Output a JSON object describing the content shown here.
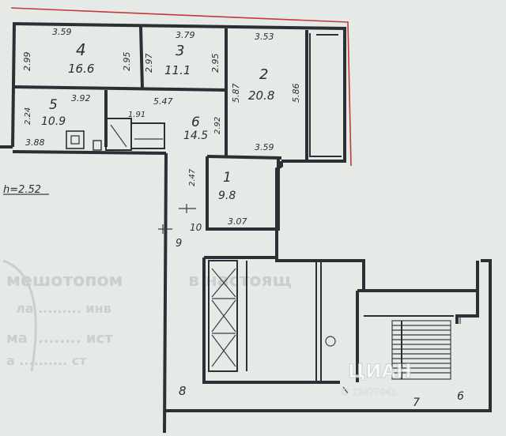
{
  "plan": {
    "height_mark": "h=2.52",
    "rooms": [
      {
        "id": "4",
        "number": "4",
        "area": "16.6",
        "dims": [
          "3.59",
          "2.95",
          "2.99"
        ]
      },
      {
        "id": "3",
        "number": "3",
        "area": "11.1",
        "dims": [
          "3.79",
          "2.97",
          "2.95"
        ]
      },
      {
        "id": "2",
        "number": "2",
        "area": "20.8",
        "dims": [
          "3.53",
          "5.87",
          "5.86",
          "3.59"
        ]
      },
      {
        "id": "5",
        "number": "5",
        "area": "10.9",
        "dims": [
          "3.92",
          "2.24",
          "3.88"
        ]
      },
      {
        "id": "6",
        "number": "6",
        "area": "14.5",
        "dims": [
          "5.47",
          "1.91",
          "2.92"
        ]
      },
      {
        "id": "1",
        "number": "1",
        "area": "9.8",
        "dims": [
          "2.47",
          "3.07"
        ]
      }
    ],
    "corridor_labels": [
      "10",
      "9",
      "8",
      "7",
      "6"
    ],
    "watermark": "ЦИАН",
    "watermark_id": "ID 12477941",
    "stamp_lines": [
      "мешотопом",
      "в настоящ",
      "ла  .........  инв",
      "ма  ......... ист",
      "а  ..........  ст"
    ]
  }
}
